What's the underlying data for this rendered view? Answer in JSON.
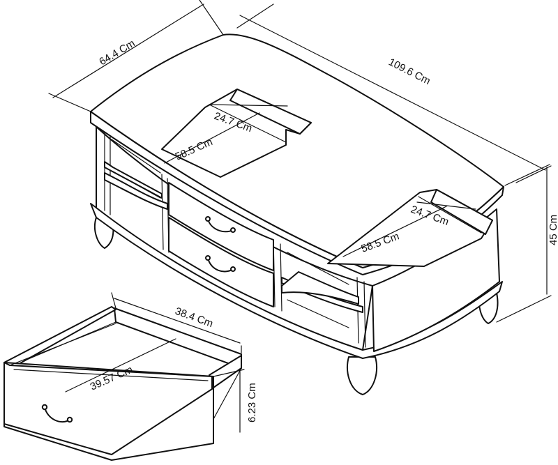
{
  "dimensions": {
    "table_depth": "64.4 Cm",
    "table_length": "109.6 Cm",
    "table_height": "45 Cm",
    "left_shelf_depth": "24.7 Cm",
    "left_shelf_width": "58.5 Cm",
    "right_shelf_depth": "24.7 Cm",
    "right_shelf_width": "58.5 Cm",
    "drawer_width": "38.4 Cm",
    "drawer_depth": "39.57 Cm",
    "drawer_height": "6.23 Cm"
  },
  "colors": {
    "line": "#111111",
    "background": "#ffffff"
  }
}
